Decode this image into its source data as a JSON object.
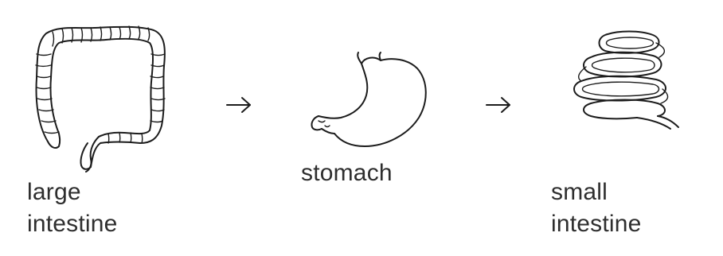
{
  "diagram": {
    "steps": [
      {
        "icon": "large-intestine-icon",
        "label_line1": "large",
        "label_line2": "intestine"
      },
      {
        "icon": "stomach-icon",
        "label_line1": "stomach",
        "label_line2": ""
      },
      {
        "icon": "small-intestine-icon",
        "label_line1": "small",
        "label_line2": "intestine"
      }
    ],
    "connectors": [
      {
        "icon": "arrow-right-icon"
      },
      {
        "icon": "arrow-right-icon"
      }
    ]
  }
}
